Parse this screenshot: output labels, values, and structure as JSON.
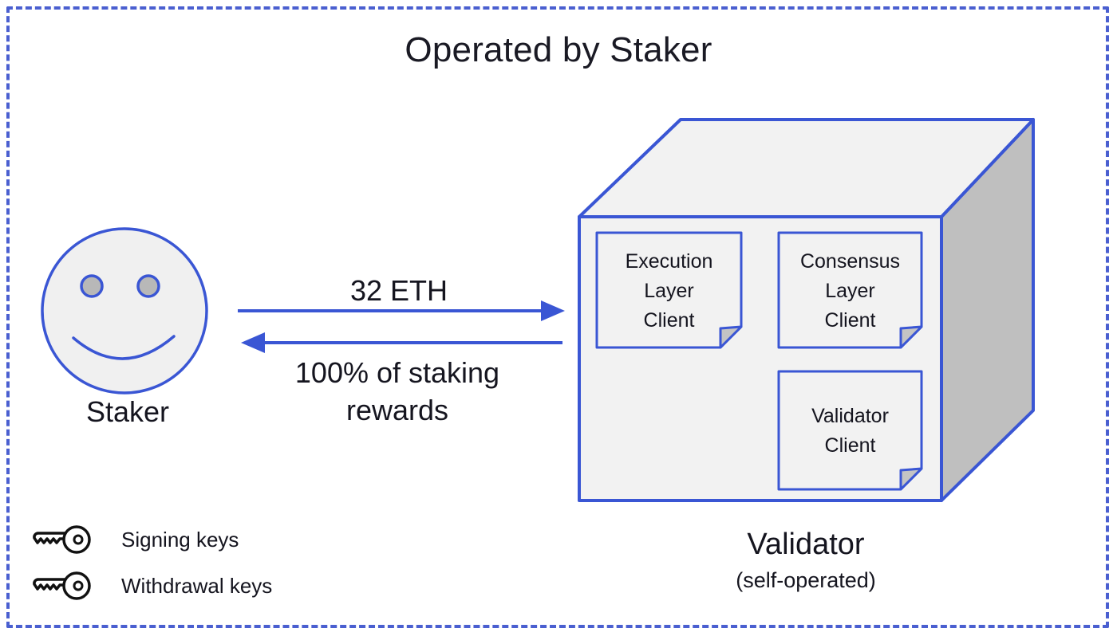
{
  "diagram": {
    "title": "Operated by Staker",
    "frame_color": "#4a5fd0",
    "accent_blue": "#3a56d4",
    "surface_light": "#f2f2f2",
    "surface_shadow": "#bfbfbf",
    "text_color": "#15151f"
  },
  "staker": {
    "label": "Staker",
    "icon": "smiley-face-icon",
    "face_fill": "#f0f0f0",
    "eye_fill": "#b8b8b8"
  },
  "flows": {
    "outbound": {
      "label": "32 ETH",
      "direction": "right",
      "from": "Staker",
      "to": "Validator"
    },
    "inbound": {
      "label_line1": "100% of staking",
      "label_line2": "rewards",
      "direction": "left",
      "from": "Validator",
      "to": "Staker"
    }
  },
  "validator": {
    "label": "Validator",
    "sublabel": "(self-operated)",
    "cards": [
      {
        "id": "execution-layer-client",
        "line1": "Execution",
        "line2": "Layer",
        "line3": "Client"
      },
      {
        "id": "consensus-layer-client",
        "line1": "Consensus",
        "line2": "Layer",
        "line3": "Client"
      },
      {
        "id": "validator-client",
        "line1": "Validator",
        "line2": "Client",
        "line3": ""
      }
    ]
  },
  "legend": {
    "items": [
      {
        "icon": "key-icon",
        "label": "Signing keys"
      },
      {
        "icon": "key-icon",
        "label": "Withdrawal keys"
      }
    ]
  }
}
